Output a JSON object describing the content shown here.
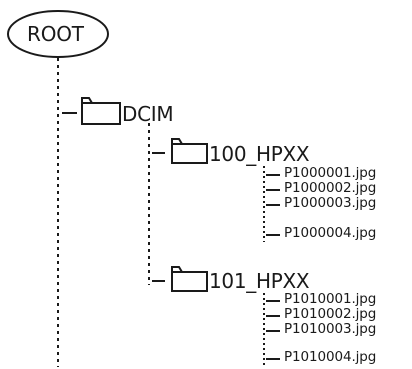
{
  "tree": {
    "root": {
      "label": "ROOT"
    },
    "dcim": {
      "label": "DCIM",
      "icon": "folder-icon"
    },
    "folder_100": {
      "label": "100_HPXX",
      "icon": "folder-icon",
      "files": [
        "P1000001.jpg",
        "P1000002.jpg",
        "P1000003.jpg",
        "P1000004.jpg"
      ]
    },
    "folder_101": {
      "label": "101_HPXX",
      "icon": "folder-icon",
      "files": [
        "P1010001.jpg",
        "P1010002.jpg",
        "P1010003.jpg",
        "P1010004.jpg"
      ]
    }
  }
}
